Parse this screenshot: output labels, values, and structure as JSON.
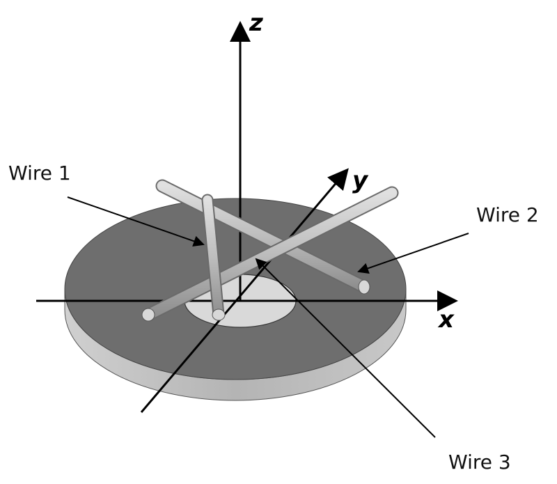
{
  "axes": {
    "x_label": "x",
    "y_label": "y",
    "z_label": "z"
  },
  "wires": [
    {
      "label": "Wire 1"
    },
    {
      "label": "Wire 2"
    },
    {
      "label": "Wire 3"
    }
  ],
  "colors": {
    "background": "#ffffff",
    "disk_top": "#6e6e6e",
    "disk_side": "#b8b8b8",
    "center_hole": "#d9d9d9",
    "wire": "#bdbdbd",
    "axis": "#000000"
  }
}
